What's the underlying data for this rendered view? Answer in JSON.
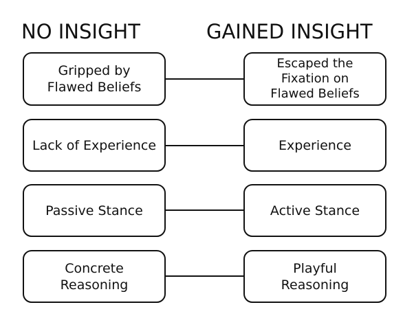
{
  "headings": {
    "left": "NO INSIGHT",
    "right": "GAINED INSIGHT"
  },
  "rows": [
    {
      "left": "Gripped by\nFlawed Beliefs",
      "right": "Escaped the\nFixation on\nFlawed Beliefs"
    },
    {
      "left": "Lack of Experience",
      "right": "Experience"
    },
    {
      "left": "Passive Stance",
      "right": "Active Stance"
    },
    {
      "left": "Concrete\nReasoning",
      "right": "Playful\nReasoning"
    }
  ],
  "colors": {
    "stroke": "#111111",
    "background": "#ffffff"
  }
}
